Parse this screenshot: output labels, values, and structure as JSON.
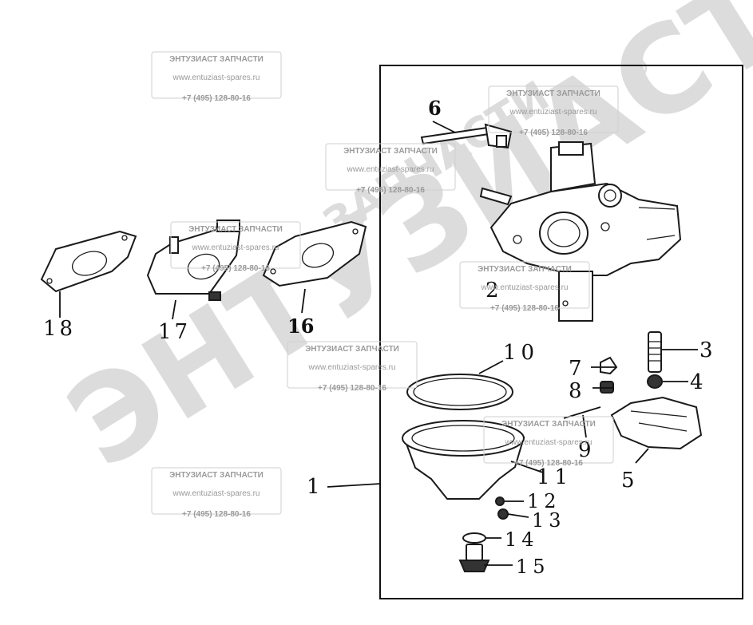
{
  "watermark_big": {
    "text": "ЭНТУЗИАСТ!",
    "small_text": "ЗАПЧАСТИ",
    "reg": "®"
  },
  "watermark_stamp": {
    "title": "ЭНТУЗИАСТ ЗАПЧАСТИ",
    "url": "www.entuziast-spares.ru",
    "phone": "+7 (495) 128-80-16"
  },
  "callouts": {
    "c1": "1",
    "c2": "2",
    "c3": "3",
    "c4": "4",
    "c5": "5",
    "c6": "6",
    "c7": "7",
    "c8": "8",
    "c9": "9",
    "c10": "10",
    "c11": "11",
    "c12": "12",
    "c13": "13",
    "c14": "14",
    "c15": "15",
    "c16": "16",
    "c17": "17",
    "c18": "18"
  },
  "colors": {
    "ink": "#111111",
    "watermark": "#dcdcdc",
    "stamp": "#9a9a9a"
  }
}
